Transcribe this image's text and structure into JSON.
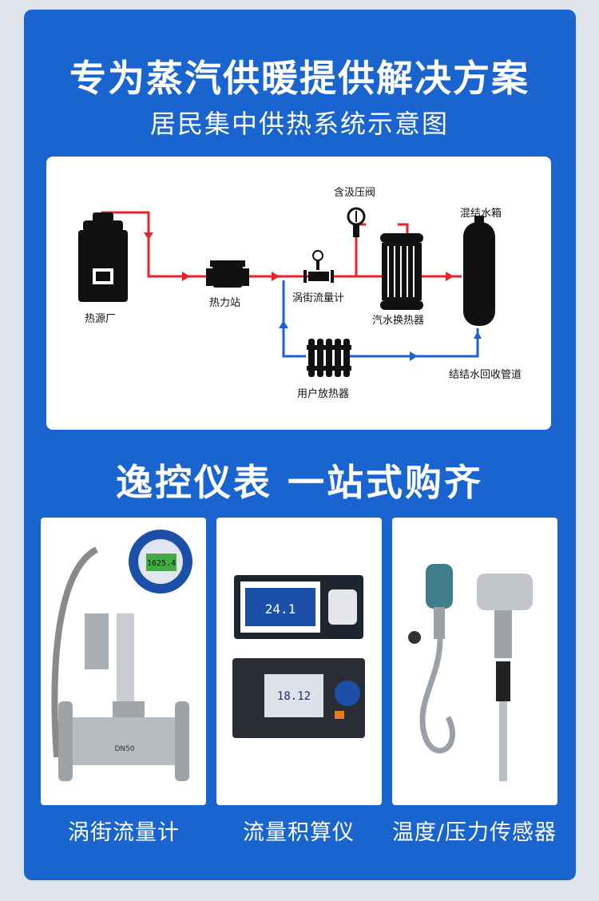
{
  "header": {
    "title": "专为蒸汽供暖提供解决方案",
    "subtitle": "居民集中供热系统示意图"
  },
  "diagram": {
    "labels": {
      "heat_plant": "热源厂",
      "heat_station": "热力站",
      "vortex_meter": "涡街流量计",
      "pressure_valve": "含汲压阀",
      "heat_exchanger": "汽水换热器",
      "condensate_tank": "混结水箱",
      "condensate_return": "结结水回收管道",
      "user_radiator": "用户放热器"
    },
    "colors": {
      "supply_pipe": "#e8232b",
      "return_pipe": "#1f5fd3"
    }
  },
  "section": {
    "heading": "逸控仪表 一站式购齐"
  },
  "products": [
    {
      "label": "涡街流量计",
      "icon": "vortex-flowmeter",
      "display_value": "1625.4",
      "size": "DN50"
    },
    {
      "label": "流量积算仪",
      "icon": "flow-totalizer",
      "display_value": "24.1",
      "display_value_2": "18.12"
    },
    {
      "label": "温度/压力传感器",
      "icon": "pressure-temperature-sensor"
    }
  ],
  "colors": {
    "background": "#1a64cf",
    "card": "#ffffff"
  }
}
